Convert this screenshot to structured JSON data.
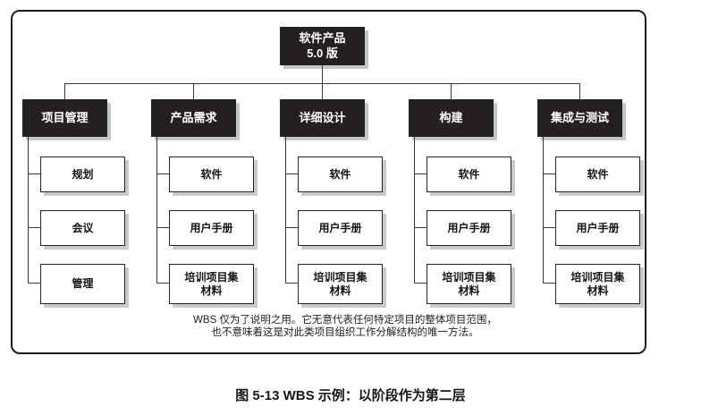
{
  "diagram": {
    "root": {
      "label": "软件产品\n5.0 版"
    },
    "columns": [
      {
        "label": "项目管理",
        "children": [
          "规划",
          "会议",
          "管理"
        ]
      },
      {
        "label": "产品需求",
        "children": [
          "软件",
          "用户手册",
          "培训项目集\n材料"
        ]
      },
      {
        "label": "详细设计",
        "children": [
          "软件",
          "用户手册",
          "培训项目集\n材料"
        ]
      },
      {
        "label": "构建",
        "children": [
          "软件",
          "用户手册",
          "培训项目集\n材料"
        ]
      },
      {
        "label": "集成与测试",
        "children": [
          "软件",
          "用户手册",
          "培训项目集\n材料"
        ]
      }
    ],
    "note": "WBS 仅为了说明之用。它无意代表任何特定项目的整体项目范围，\n也不意味着这是对此类项目组织工作分解结构的唯一方法。"
  },
  "caption": "图 5-13 WBS 示例：以阶段作为第二层",
  "colors": {
    "node_fill": "#241f20",
    "node_text": "#ffffff",
    "child_fill": "#ffffff",
    "child_border": "#262223",
    "shadow": "#c6c6c6",
    "connector": "#3c3838",
    "frame_border": "#1c1c1c"
  }
}
